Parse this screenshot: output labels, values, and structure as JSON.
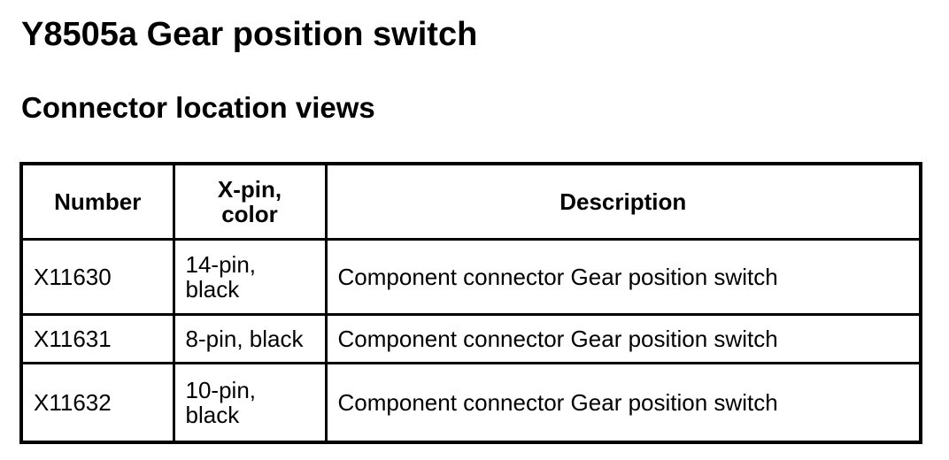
{
  "page": {
    "title": "Y8505a Gear position switch",
    "subtitle": "Connector location views"
  },
  "table": {
    "headers": [
      "Number",
      "X-pin,\ncolor",
      "Description"
    ],
    "rows": [
      {
        "number": "X11630",
        "pin_color": "14-pin,\nblack",
        "description": "Component connector Gear position switch"
      },
      {
        "number": "X11631",
        "pin_color": "8-pin, black",
        "description": "Component connector Gear position switch"
      },
      {
        "number": "X11632",
        "pin_color": "10-pin,\nblack",
        "description": "Component connector Gear position switch"
      }
    ]
  },
  "colors": {
    "text": "#000000",
    "background": "#ffffff",
    "border": "#000000"
  }
}
